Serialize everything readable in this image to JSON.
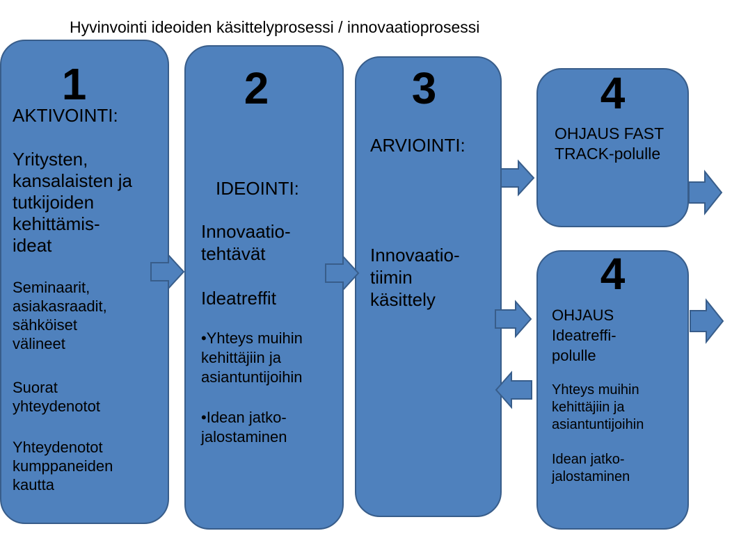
{
  "title": "Hyvinvointi ideoiden käsittelyprosessi / innovaatioprosessi",
  "colors": {
    "box_fill": "#4f81bd",
    "box_border": "#385d8a"
  },
  "box1": {
    "number": "1",
    "heading": "AKTIVOINTI:",
    "main_lines": [
      "Yritysten,",
      "kansalaisten ja",
      "tutkijoiden",
      "kehittämis-",
      "ideat"
    ],
    "items": [
      [
        "Seminaarit,",
        "asiakasraadit,",
        "sähköiset",
        "välineet"
      ],
      [
        "Suorat",
        "yhteydenotot"
      ],
      [
        "Yhteydenotot",
        "kumppaneiden",
        "kautta"
      ]
    ]
  },
  "box2": {
    "number": "2",
    "heading": "IDEOINTI:",
    "main_lines": [
      "Innovaatio-",
      "tehtävät"
    ],
    "sub": "Ideatreffit",
    "bullets": [
      [
        "Yhteys muihin",
        "kehittäjiin ja",
        "asiantuntijoihin"
      ],
      [
        "Idean jatko-",
        "jalostaminen"
      ]
    ]
  },
  "box3": {
    "number": "3",
    "heading": "ARVIOINTI:",
    "main_lines": [
      "Innovaatio-",
      "tiimin",
      "käsittely"
    ]
  },
  "box4a": {
    "number": "4",
    "lines": [
      "OHJAUS FAST",
      "TRACK-polulle"
    ]
  },
  "box4b": {
    "number": "4",
    "main_lines": [
      "OHJAUS",
      "Ideatreffi-",
      "polulle"
    ],
    "items": [
      [
        "Yhteys muihin",
        "kehittäjiin ja",
        "asiantuntijoihin"
      ],
      [
        "Idean jatko-",
        "jalostaminen"
      ]
    ]
  }
}
